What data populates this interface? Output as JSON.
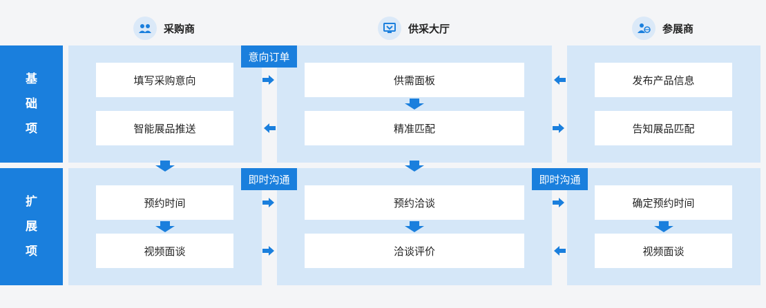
{
  "headers": {
    "buyer": "采购商",
    "hall": "供采大厅",
    "exhibitor": "参展商"
  },
  "row_labels": {
    "basic": [
      "基",
      "础",
      "项"
    ],
    "extended": [
      "扩",
      "展",
      "项"
    ]
  },
  "tags": {
    "intent_order": "意向订单",
    "instant_comm_1": "即时沟通",
    "instant_comm_2": "即时沟通"
  },
  "basic": {
    "buyer": [
      "填写采购意向",
      "智能展品推送"
    ],
    "hall": [
      "供需面板",
      "精准匹配"
    ],
    "exhibitor": [
      "发布产品信息",
      "告知展品匹配"
    ]
  },
  "extended": {
    "buyer": [
      "预约时间",
      "视频面谈"
    ],
    "hall": [
      "预约洽谈",
      "洽谈评价"
    ],
    "exhibitor": [
      "确定预约时间",
      "视频面谈"
    ]
  },
  "colors": {
    "accent": "#1a7fdd",
    "panel": "#d5e7f8",
    "background": "#f4f5f7"
  }
}
